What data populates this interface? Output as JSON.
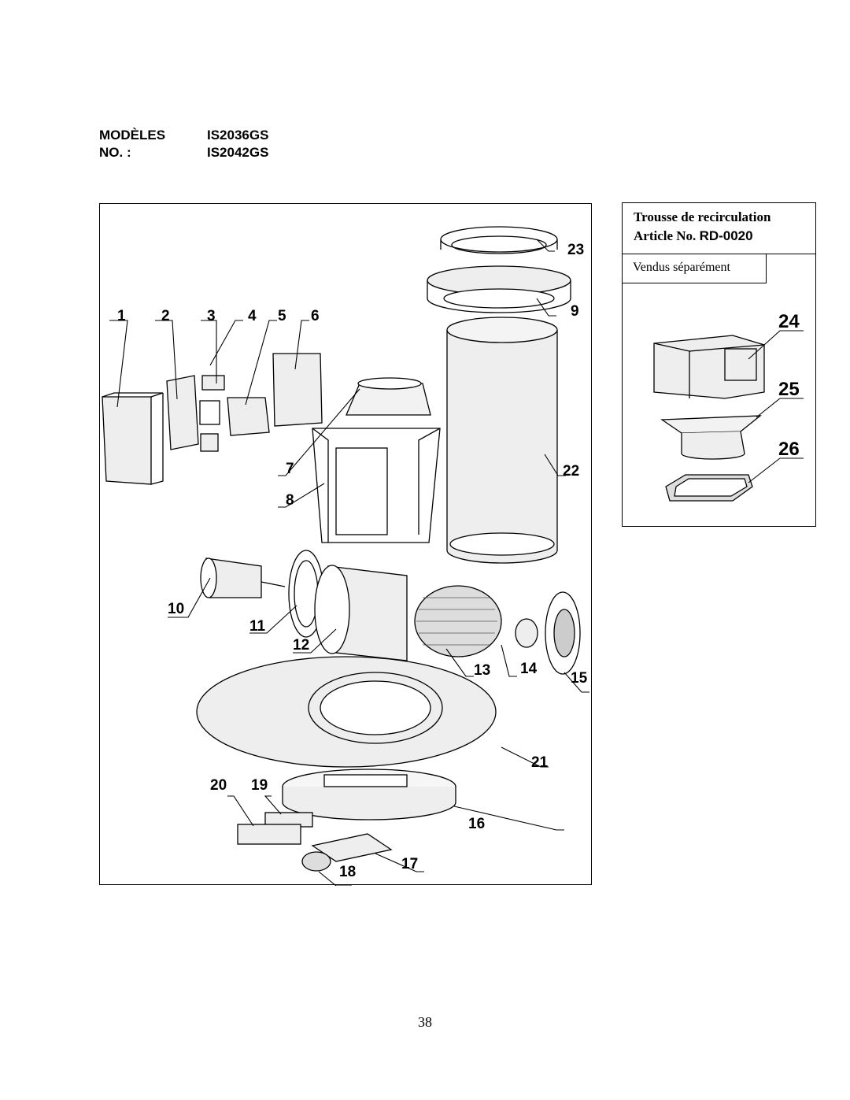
{
  "header": {
    "models_label": "MODÈLES",
    "no_label": "NO. :",
    "model_1": "IS2036GS",
    "model_2": "IS2042GS"
  },
  "recirculation_kit": {
    "title": "Trousse de recirculation",
    "article_label": "Article No.",
    "article_code": "RD-0020",
    "note": "Vendus séparément",
    "part_numbers": [
      "24",
      "25",
      "26"
    ]
  },
  "diagram": {
    "part_numbers": [
      "1",
      "2",
      "3",
      "4",
      "5",
      "6",
      "7",
      "8",
      "9",
      "10",
      "11",
      "12",
      "13",
      "14",
      "15",
      "16",
      "17",
      "18",
      "19",
      "20",
      "21",
      "22",
      "23"
    ]
  },
  "page_number": "38"
}
